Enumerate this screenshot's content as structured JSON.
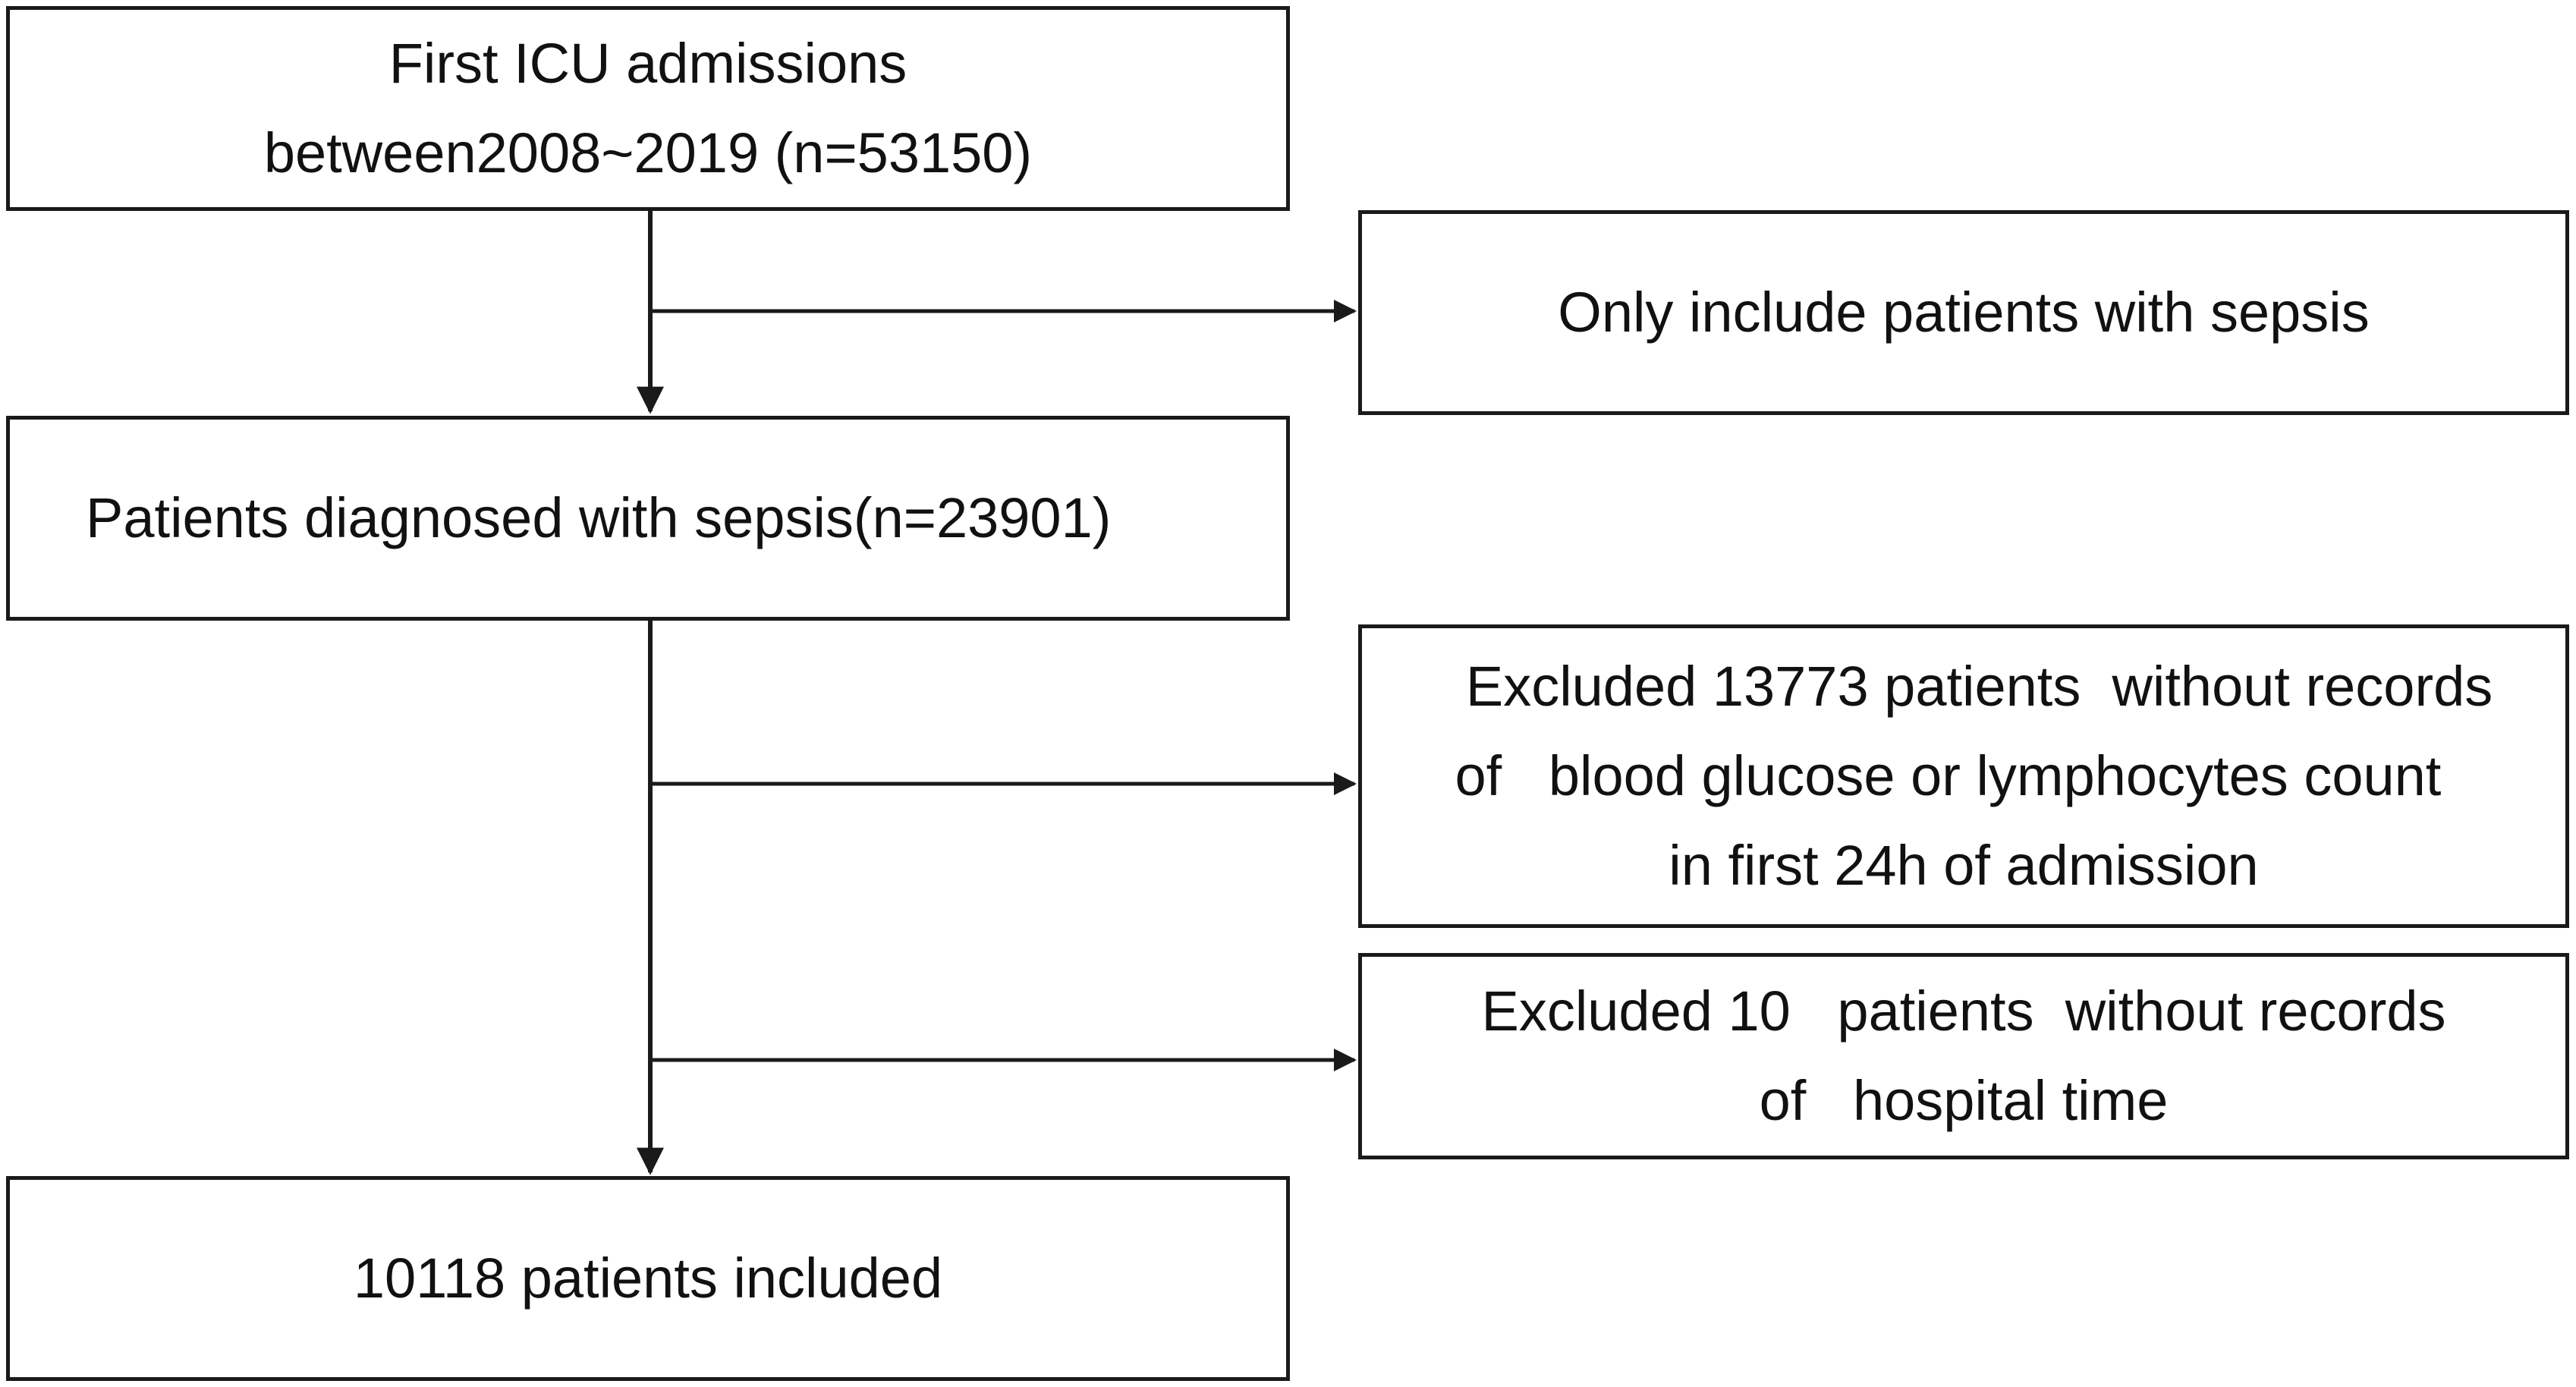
{
  "diagram": {
    "stroke_color": "#1a1a1a",
    "text_color": "#111111",
    "boxes": {
      "first_icu": {
        "lines": [
          "First ICU admissions",
          "between2008~2019 (n=53150)"
        ]
      },
      "only_sepsis": {
        "lines": [
          "Only include patients with sepsis"
        ]
      },
      "sepsis_diagnosed": {
        "lines": [
          "Patients diagnosed with sepsis(n=23901)"
        ]
      },
      "excluded_13773": {
        "lines": [
          "  Excluded 13773 patients  without records",
          "of   blood glucose or lymphocytes count  ",
          "in first 24h of admission"
        ]
      },
      "excluded_10": {
        "lines": [
          "Excluded 10   patients  without records",
          "of   hospital time"
        ]
      },
      "included": {
        "lines": [
          "10118 patients included"
        ]
      }
    }
  }
}
